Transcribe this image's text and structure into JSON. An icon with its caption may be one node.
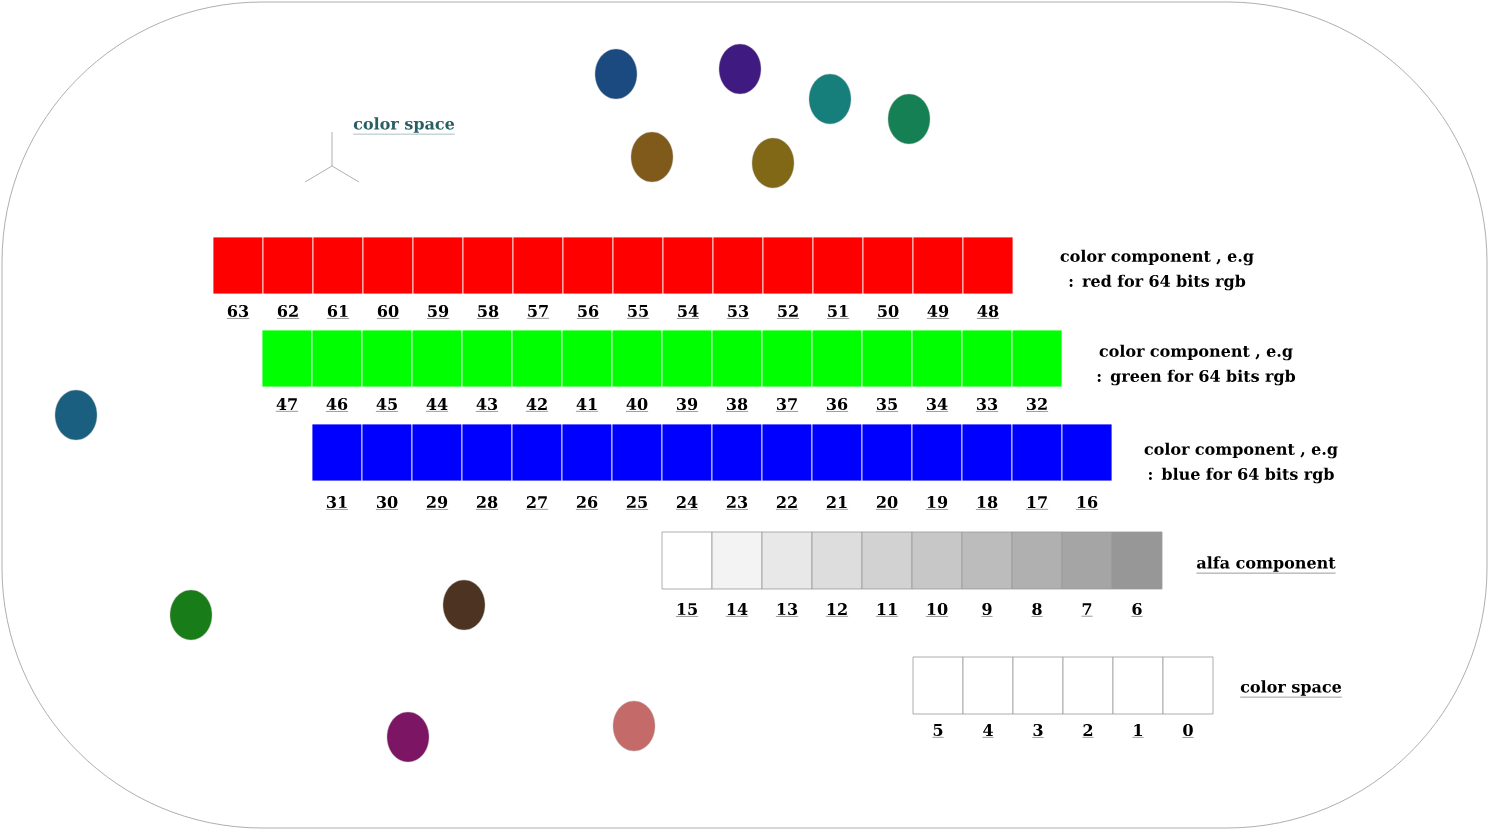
{
  "diagram": {
    "labels": [
      "color space",
      "color component , e.g : red for 64 bits rgb",
      "63",
      "62",
      "61",
      "60",
      "59",
      "58",
      "57",
      "56",
      "55",
      "54",
      "53",
      "52",
      "51",
      "50",
      "49",
      "48",
      "color component , e.g : green for 64 bits rgb",
      "47",
      "46",
      "45",
      "44",
      "43",
      "42",
      "41",
      "40",
      "39",
      "38",
      "37",
      "36",
      "35",
      "34",
      "33",
      "32",
      "color component , e.g : blue for 64 bits rgb",
      "31",
      "30",
      "29",
      "28",
      "27",
      "26",
      "25",
      "24",
      "23",
      "22",
      "21",
      "20",
      "19",
      "18",
      "17",
      "16",
      "15",
      "14",
      "13",
      "12",
      "11",
      "10",
      "9",
      "8",
      "7",
      "6",
      "alfa component",
      "color space",
      "5",
      "4",
      "3",
      "2",
      "1",
      "0"
    ]
  }
}
